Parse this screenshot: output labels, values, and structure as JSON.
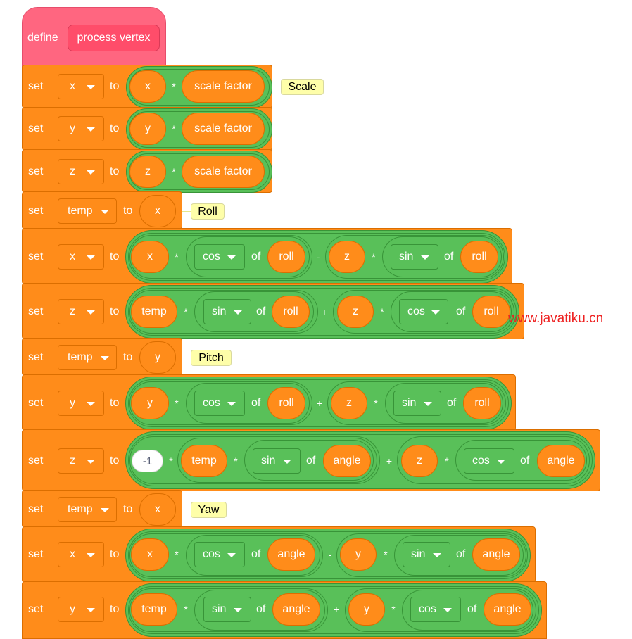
{
  "define": {
    "keyword": "define",
    "proto": "process vertex"
  },
  "kw": {
    "set": "set",
    "to": "to",
    "of": "of"
  },
  "ops": {
    "mul": "*",
    "add": "+",
    "sub": "-"
  },
  "vars": {
    "x": "x",
    "y": "y",
    "z": "z",
    "temp": "temp",
    "scale": "scale factor",
    "roll": "roll",
    "angle": "angle"
  },
  "fns": {
    "cos": "cos",
    "sin": "sin"
  },
  "numbers": {
    "neg_one": "-1"
  },
  "comments": {
    "scale": "Scale",
    "roll": "Roll",
    "pitch": "Pitch",
    "yaw": "Yaw"
  },
  "watermark": "www.javatiku.cn",
  "colors": {
    "control_orange": "#ff8c1a",
    "operator_green": "#59c059",
    "define_pink": "#ff6680",
    "comment_yellow": "#fefea9",
    "watermark_red": "#ee2222"
  }
}
